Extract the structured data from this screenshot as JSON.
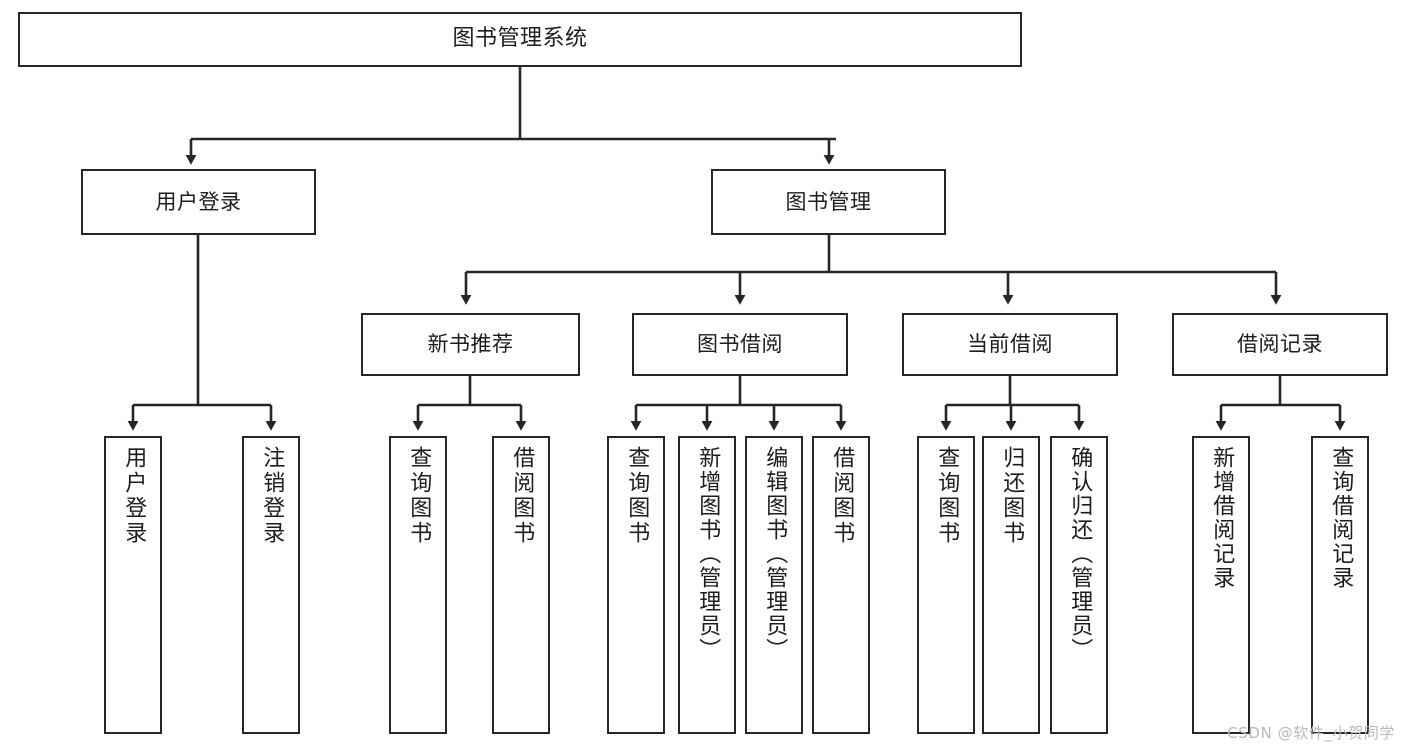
{
  "diagram": {
    "title": "图书管理系统",
    "type": "tree",
    "colors": {
      "stroke": "#262626",
      "fill": "#ffffff",
      "text": "#1d1d1d",
      "watermark": "#b9b9b9"
    },
    "root": {
      "label": "图书管理系统"
    },
    "level2": [
      {
        "label": "用户登录"
      },
      {
        "label": "图书管理"
      }
    ],
    "level3": [
      {
        "label": "新书推荐"
      },
      {
        "label": "图书借阅"
      },
      {
        "label": "当前借阅"
      },
      {
        "label": "借阅记录"
      }
    ],
    "leaves": {
      "user_login": [
        {
          "label": "用户登录"
        },
        {
          "label": "注销登录"
        }
      ],
      "new_book": [
        {
          "label": "查询图书"
        },
        {
          "label": "借阅图书"
        }
      ],
      "book_borrow": [
        {
          "label": "查询图书"
        },
        {
          "label": "新增图书（管理员）"
        },
        {
          "label": "编辑图书（管理员）"
        },
        {
          "label": "借阅图书"
        }
      ],
      "current_borrow": [
        {
          "label": "查询图书"
        },
        {
          "label": "归还图书"
        },
        {
          "label": "确认归还（管理员）"
        }
      ],
      "borrow_record": [
        {
          "label": "新增借阅记录"
        },
        {
          "label": "查询借阅记录"
        }
      ]
    },
    "watermark": "CSDN @软件_小贺同学"
  }
}
